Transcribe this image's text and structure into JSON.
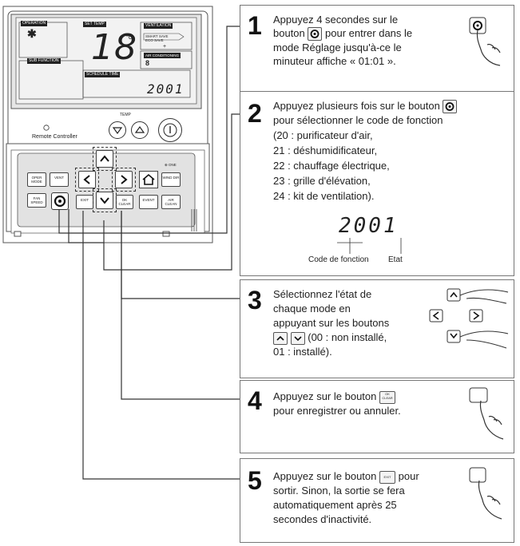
{
  "remote": {
    "lcd": {
      "operation_label": "OPERATION",
      "set_temp_label": "SET TEMP",
      "temperature": "18",
      "degree": "°C",
      "sub_function_label": "SUB FUNCTION",
      "ventilation_label": "VENTILATION",
      "ventilation_line1": "SMART SAVE",
      "ventilation_line2": "ECO SAVE",
      "ventilation_plus": "+",
      "right_box2_label": "AIR CONDITIONING",
      "right_box2_value": "8",
      "schedule_label": "SCHEDULE TIME",
      "digit_value": "2001"
    },
    "brand": "Remote Controller",
    "temp_label": "TEMP",
    "keys": {
      "oper_mode": "OPER MODE",
      "fan_speed": "FAN SPEED",
      "vent": "VENT",
      "exit": "EXIT",
      "ok_clear": "OK CLEAR",
      "event": "EVENT",
      "wind_dir": "WIND DIR",
      "air_clean": "AIR CLEAN",
      "led": "⊕ ONE"
    }
  },
  "steps": [
    {
      "num": "1",
      "lines": [
        "Appuyez 4 secondes sur le",
        "bouton",
        "pour entrer dans le",
        "mode Réglage jusqu'à-ce le",
        "minuteur affiche « 01:01 »."
      ]
    },
    {
      "num": "2",
      "lines": [
        "Appuyez plusieurs fois sur le bouton",
        "pour sélectionner le code de fonction",
        "(20 : purificateur d'air,",
        "21 : déshumidificateur,",
        "22 : chauffage électrique,",
        "23 : grille d'élévation,",
        "24 : kit de ventilation)."
      ],
      "display_digits": "2001",
      "caption_code": "Code de fonction",
      "caption_state": "Etat"
    },
    {
      "num": "3",
      "lines": [
        "Sélectionnez l'état de",
        "chaque mode en",
        "appuyant sur les boutons",
        "(00 : non installé,",
        "01 : installé)."
      ]
    },
    {
      "num": "4",
      "lines": [
        "Appuyez sur le bouton",
        "pour enregistrer ou annuler."
      ],
      "btn_label": "OK CLEAR"
    },
    {
      "num": "5",
      "lines": [
        "Appuyez sur le bouton",
        "pour",
        "sortir. Sinon, la sortie se fera",
        "automatiquement après 25",
        "secondes d'inactivité."
      ],
      "btn_label": "EXIT"
    }
  ],
  "colors": {
    "line": "#333333",
    "box_border": "#777777",
    "lcd_bg": "#f2f2f2"
  },
  "icons": [
    "gear-button-icon",
    "pointing-hand-icon",
    "arrow-up-icon",
    "arrow-down-icon",
    "arrow-left-icon",
    "arrow-right-icon",
    "power-icon",
    "home-icon",
    "snowflake-icon"
  ]
}
